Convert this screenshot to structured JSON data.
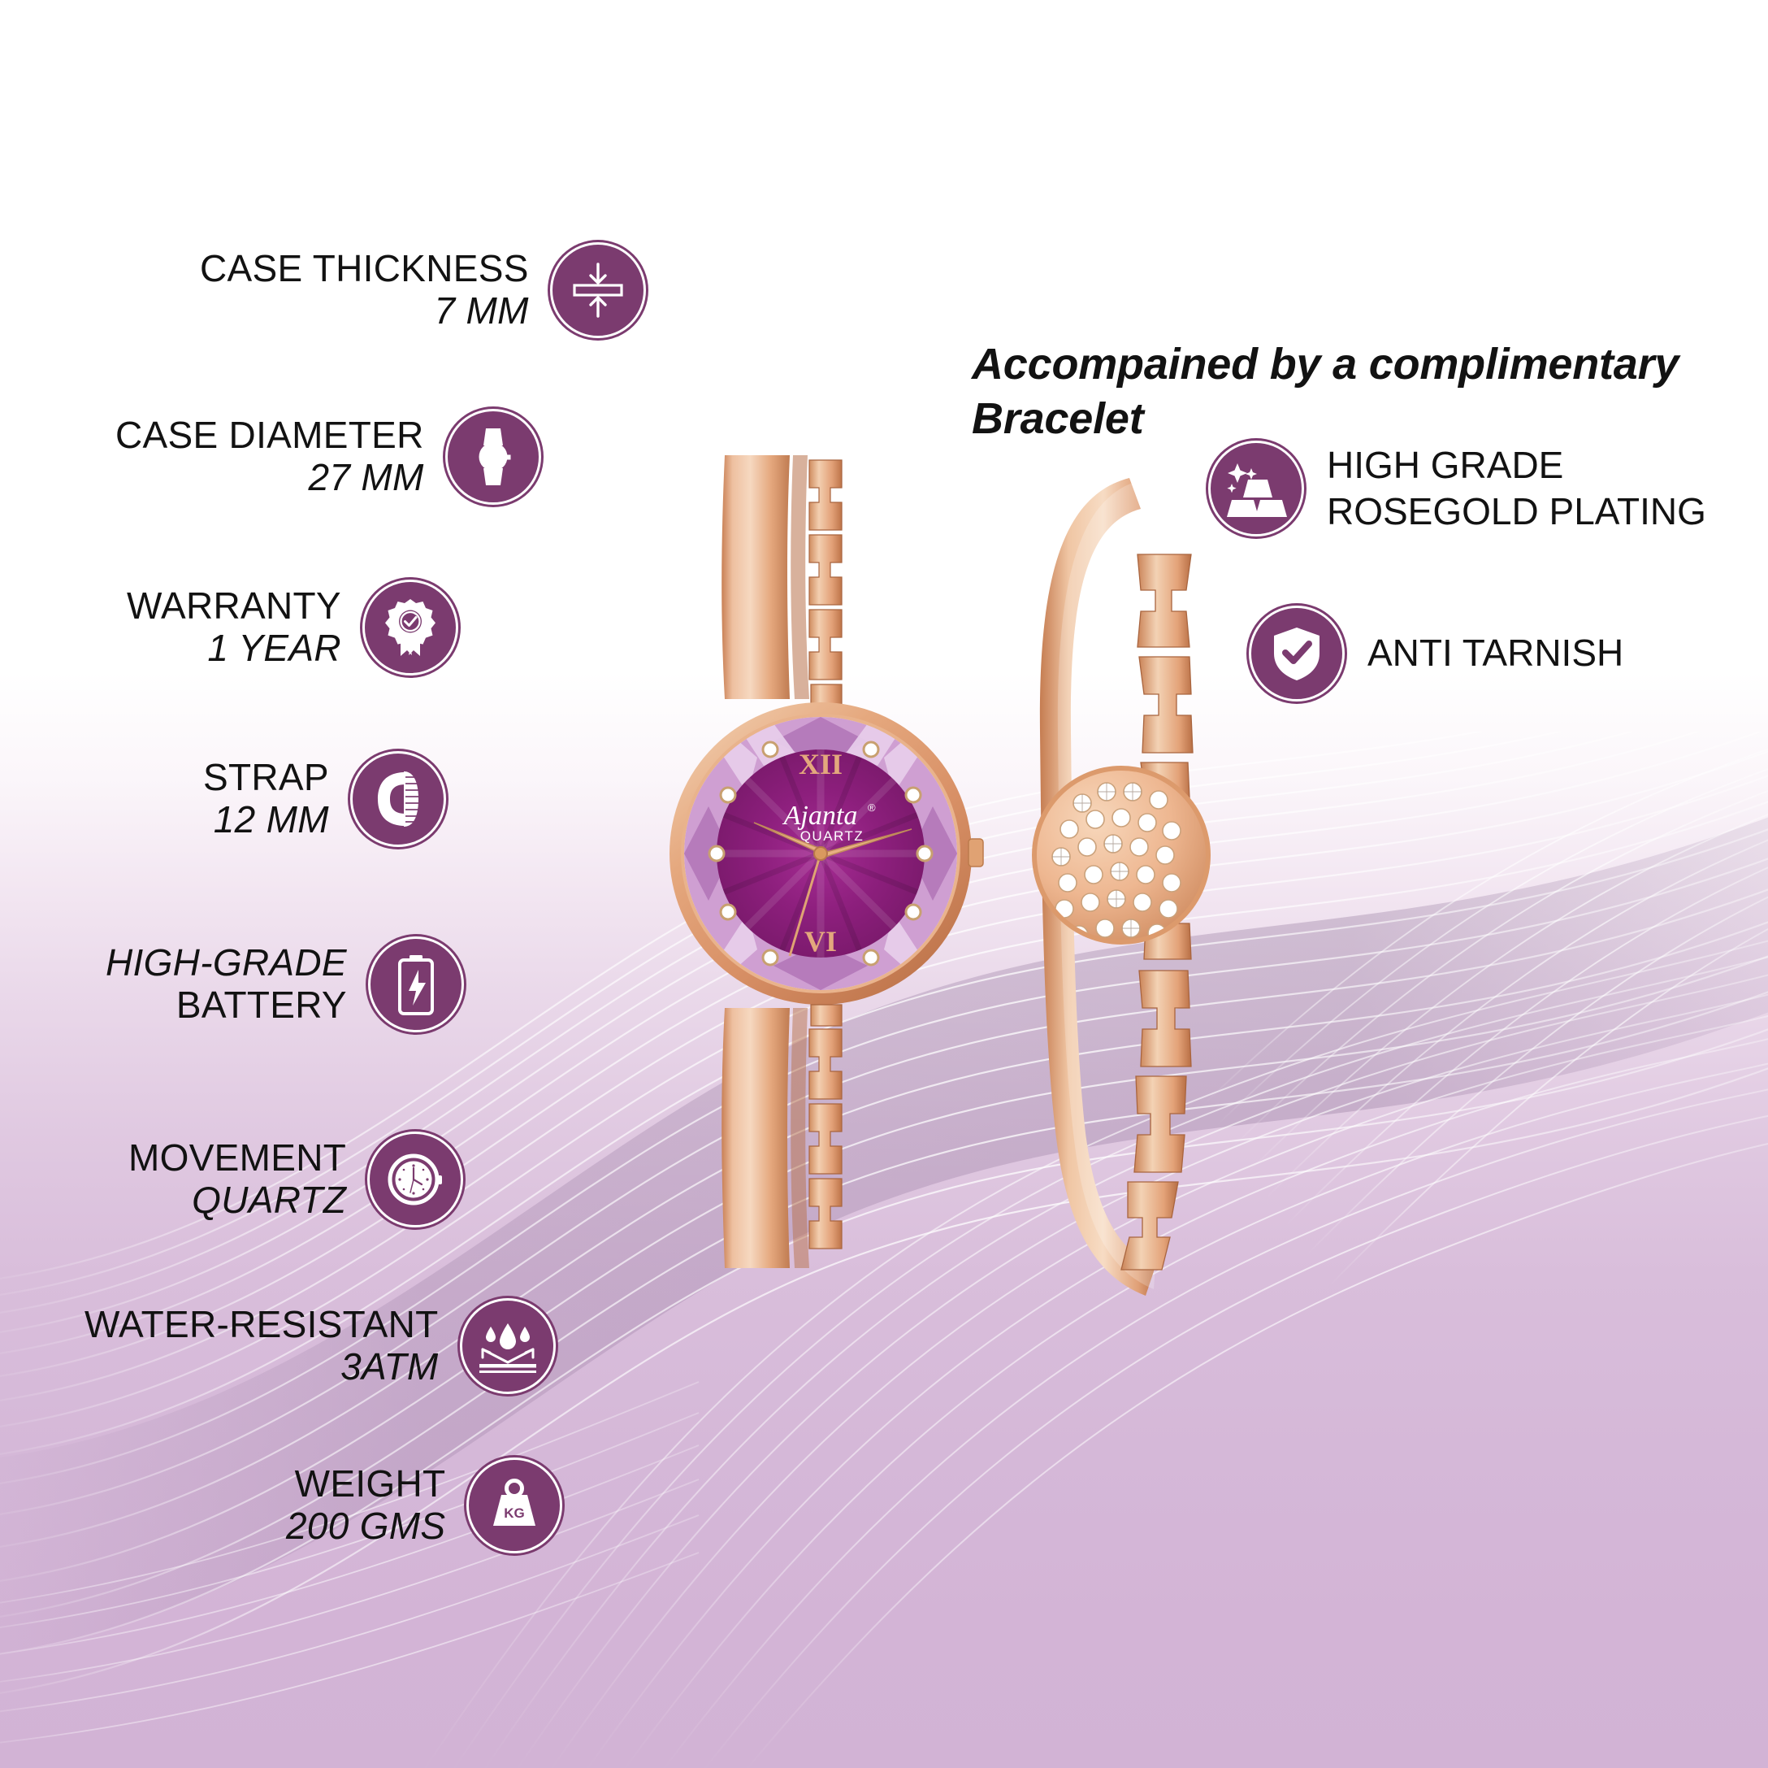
{
  "brand": {
    "dial_name": "Ajanta",
    "dial_sub": "QUARTZ",
    "numeral_12": "XII",
    "numeral_6": "VI"
  },
  "colors": {
    "badge_purple": "#7b3b6f",
    "background_top": "#ffffff",
    "background_bottom": "#d2b3d5",
    "rosegold": "#e6a981",
    "dial_purple": "#8e1f7e",
    "text": "#121212"
  },
  "specs": [
    {
      "label": "CASE THICKNESS",
      "value": "7 MM",
      "icon": "case-thickness-icon",
      "label_italic": false
    },
    {
      "label": "CASE DIAMETER",
      "value": "27 MM",
      "icon": "case-diameter-icon",
      "label_italic": false
    },
    {
      "label": "WARRANTY",
      "value": "1 YEAR",
      "icon": "warranty-badge-icon",
      "label_italic": false
    },
    {
      "label": "STRAP",
      "value": "12 MM",
      "icon": "strap-icon",
      "label_italic": false
    },
    {
      "label": "HIGH-GRADE",
      "value": "BATTERY",
      "icon": "battery-icon",
      "label_italic": true
    },
    {
      "label": "MOVEMENT",
      "value": "QUARTZ",
      "icon": "movement-watch-icon",
      "label_italic": false
    },
    {
      "label": "WATER-RESISTANT",
      "value": "3ATM",
      "icon": "water-resistant-icon",
      "label_italic": false
    },
    {
      "label": "WEIGHT",
      "value": "200 GMS",
      "icon": "weight-kg-icon",
      "label_italic": false
    }
  ],
  "bracelet": {
    "headline": "Accompained by a complimentary Bracelet",
    "features": [
      {
        "line1": "HIGH GRADE",
        "line2": "ROSEGOLD PLATING",
        "icon": "gold-bars-icon"
      },
      {
        "line1": "ANTI TARNISH",
        "line2": "",
        "icon": "shield-check-icon"
      }
    ]
  }
}
